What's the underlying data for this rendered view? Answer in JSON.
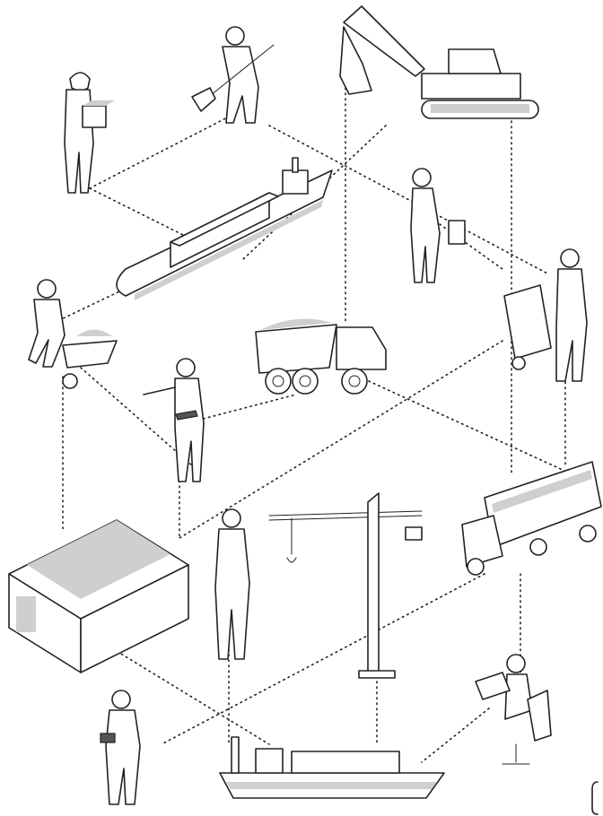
{
  "scene": {
    "style": "black-and-white line illustration",
    "colors": {
      "ink": "#222222",
      "shade": "#cfcfcf",
      "background": "#ffffff"
    },
    "network_lines": "dotted",
    "items": [
      "worker-carrying-box",
      "worker-shoveling",
      "excavator",
      "container-ship-large",
      "businesswoman-with-briefcase",
      "worker-with-wheelbarrow",
      "dump-truck",
      "foreman-with-tablet",
      "worker-with-hand-truck",
      "warehouse",
      "tower-crane",
      "engineer-in-hardhat",
      "container-truck",
      "worker-with-clipboard",
      "container-ship-small",
      "operator-at-computer"
    ]
  }
}
